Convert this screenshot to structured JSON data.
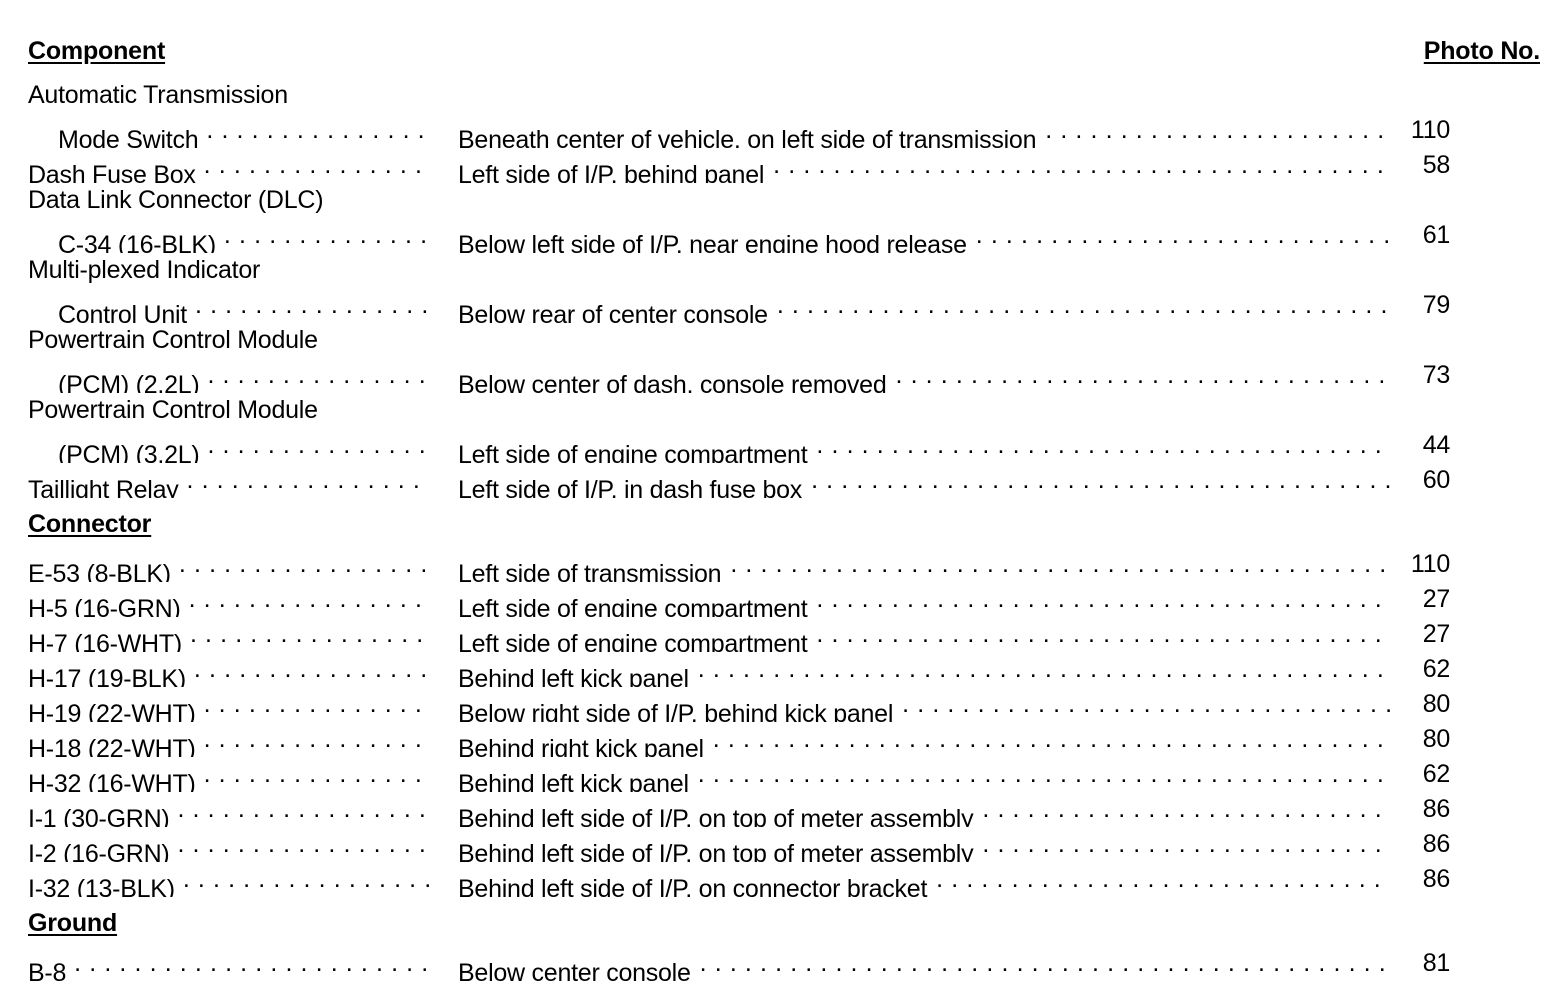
{
  "header": {
    "component_label": "Component",
    "photo_no_label": "Photo No."
  },
  "sections": [
    {
      "heading": null,
      "rows": [
        {
          "type": "plain",
          "label": "Automatic Transmission",
          "indent": false,
          "leader": false,
          "desc": "",
          "desc_leader": false,
          "photo": ""
        },
        {
          "type": "entry",
          "label": "Mode Switch",
          "indent": true,
          "leader": true,
          "desc": "Beneath center of vehicle, on left side of transmission",
          "desc_leader": true,
          "photo": "110"
        },
        {
          "type": "entry",
          "label": "Dash Fuse Box",
          "indent": false,
          "leader": true,
          "desc": "Left side of I/P, behind panel",
          "desc_leader": true,
          "photo": "58"
        },
        {
          "type": "plain",
          "label": "Data Link Connector (DLC)",
          "indent": false,
          "leader": false,
          "desc": "",
          "desc_leader": false,
          "photo": ""
        },
        {
          "type": "entry",
          "label": "C-34 (16-BLK)",
          "indent": true,
          "leader": true,
          "desc": "Below left side of I/P, near engine hood release",
          "desc_leader": true,
          "photo": "61"
        },
        {
          "type": "plain",
          "label": "Multi-plexed Indicator",
          "indent": false,
          "leader": false,
          "desc": "",
          "desc_leader": false,
          "photo": ""
        },
        {
          "type": "entry",
          "label": "Control Unit",
          "indent": true,
          "leader": true,
          "desc": "Below rear of center console",
          "desc_leader": true,
          "photo": "79"
        },
        {
          "type": "plain",
          "label": "Powertrain Control Module",
          "indent": false,
          "leader": false,
          "desc": "",
          "desc_leader": false,
          "photo": ""
        },
        {
          "type": "entry",
          "label": "(PCM) (2.2L)",
          "indent": true,
          "leader": true,
          "desc": "Below center of dash, console removed",
          "desc_leader": true,
          "photo": "73"
        },
        {
          "type": "plain",
          "label": "Powertrain Control Module",
          "indent": false,
          "leader": false,
          "desc": "",
          "desc_leader": false,
          "photo": ""
        },
        {
          "type": "entry",
          "label": "(PCM) (3.2L)",
          "indent": true,
          "leader": true,
          "desc": "Left side of engine compartment",
          "desc_leader": true,
          "photo": "44"
        },
        {
          "type": "entry",
          "label": "Taillight Relay",
          "indent": false,
          "leader": true,
          "desc": "Left side of I/P, in dash fuse box",
          "desc_leader": true,
          "photo": "60"
        }
      ]
    },
    {
      "heading": "Connector",
      "rows": [
        {
          "type": "entry",
          "label": "E-53 (8-BLK)",
          "indent": false,
          "leader": true,
          "desc": "Left side of transmission",
          "desc_leader": true,
          "photo": "110"
        },
        {
          "type": "entry",
          "label": "H-5 (16-GRN)",
          "indent": false,
          "leader": true,
          "desc": "Left side of engine compartment",
          "desc_leader": true,
          "photo": "27"
        },
        {
          "type": "entry",
          "label": "H-7 (16-WHT)",
          "indent": false,
          "leader": true,
          "desc": "Left side of engine compartment",
          "desc_leader": true,
          "photo": "27"
        },
        {
          "type": "entry",
          "label": "H-17 (19-BLK)",
          "indent": false,
          "leader": true,
          "desc": "Behind left kick panel",
          "desc_leader": true,
          "photo": "62"
        },
        {
          "type": "entry",
          "label": "H-19 (22-WHT)",
          "indent": false,
          "leader": true,
          "desc": "Below right side of I/P, behind kick panel",
          "desc_leader": true,
          "photo": "80"
        },
        {
          "type": "entry",
          "label": "H-18 (22-WHT)",
          "indent": false,
          "leader": true,
          "desc": "Behind right kick panel",
          "desc_leader": true,
          "photo": "80"
        },
        {
          "type": "entry",
          "label": "H-32 (16-WHT)",
          "indent": false,
          "leader": true,
          "desc": "Behind left kick panel",
          "desc_leader": true,
          "photo": "62"
        },
        {
          "type": "entry",
          "label": "I-1 (30-GRN)",
          "indent": false,
          "leader": true,
          "desc": "Behind left side of I/P, on top of meter assembly",
          "desc_leader": true,
          "photo": "86"
        },
        {
          "type": "entry",
          "label": "I-2 (16-GRN)",
          "indent": false,
          "leader": true,
          "desc": "Behind left side of I/P, on top of meter assembly",
          "desc_leader": true,
          "photo": "86"
        },
        {
          "type": "entry",
          "label": "I-32 (13-BLK)",
          "indent": false,
          "leader": true,
          "desc": "Behind left side of I/P, on connector bracket",
          "desc_leader": true,
          "photo": "86"
        }
      ]
    },
    {
      "heading": "Ground",
      "rows": [
        {
          "type": "entry",
          "label": "B-8",
          "indent": false,
          "leader": true,
          "desc": "Below center console",
          "desc_leader": true,
          "photo": "81"
        }
      ]
    }
  ]
}
